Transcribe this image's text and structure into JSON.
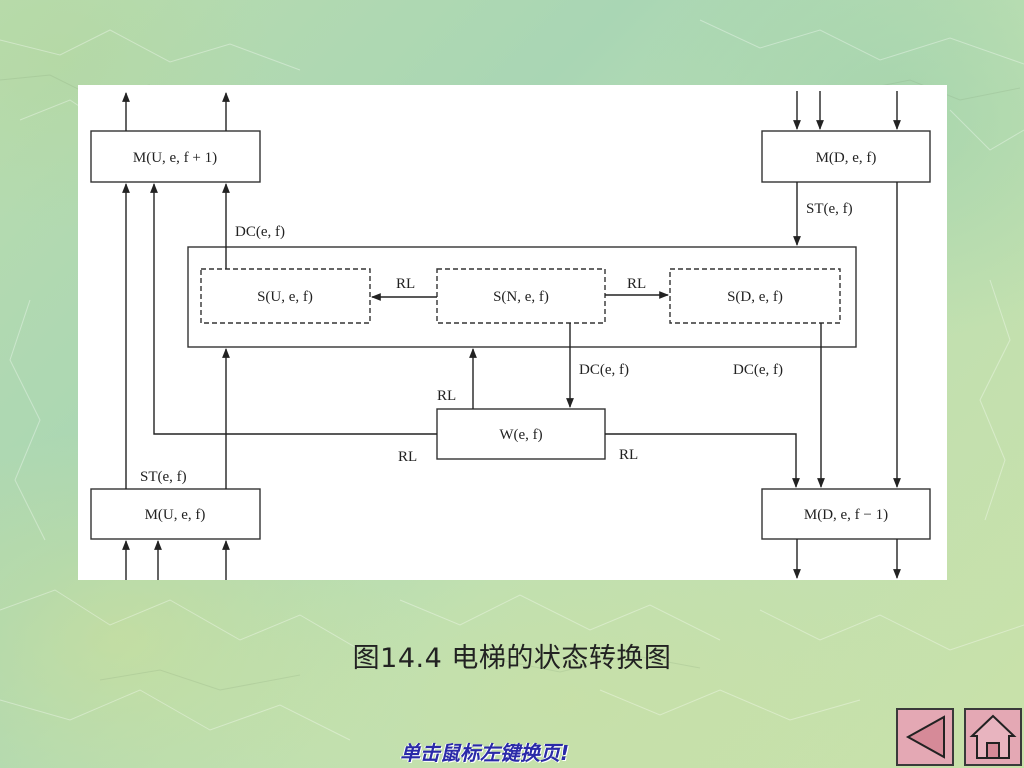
{
  "diagram": {
    "boxes": {
      "m_up_next": "M(U, e, f + 1)",
      "m_down": "M(D, e, f)",
      "s_up": "S(U, e, f)",
      "s_neutral": "S(N, e, f)",
      "s_down": "S(D, e, f)",
      "wait": "W(e, f)",
      "m_up": "M(U, e, f)",
      "m_down_prev": "M(D, e, f − 1)"
    },
    "edge_labels": {
      "dc_top": "DC(e, f)",
      "st_top": "ST(e, f)",
      "rl_left": "RL",
      "rl_right": "RL",
      "dc_mid": "DC(e, f)",
      "dc_right": "DC(e, f)",
      "rl_up": "RL",
      "rl_w_left": "RL",
      "rl_w_right": "RL",
      "st_bottom": "ST(e, f)"
    }
  },
  "caption": "图14.4  电梯的状态转换图",
  "hint": "单击鼠标左键换页!",
  "nav": {
    "prev_icon": "triangle-left-icon",
    "home_icon": "home-icon"
  }
}
